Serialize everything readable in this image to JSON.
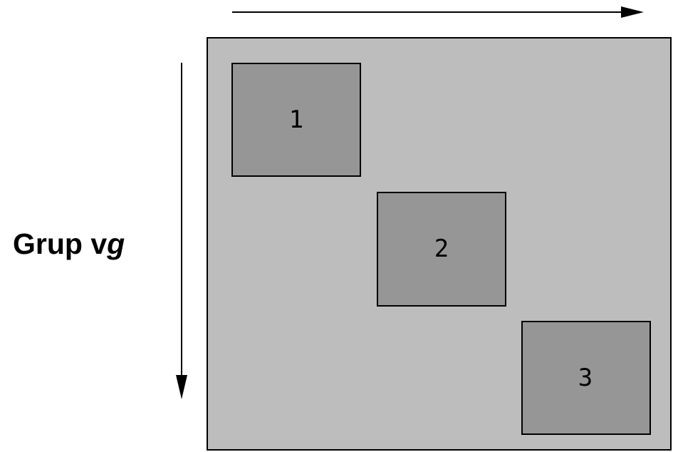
{
  "group_label": {
    "prefix": "Grup v",
    "italic_suffix": "g"
  },
  "blocks": [
    {
      "label": "1"
    },
    {
      "label": "2"
    },
    {
      "label": "3"
    }
  ],
  "colors": {
    "container_fill": "#bdbdbd",
    "block_fill": "#969696",
    "stroke": "#000000"
  }
}
